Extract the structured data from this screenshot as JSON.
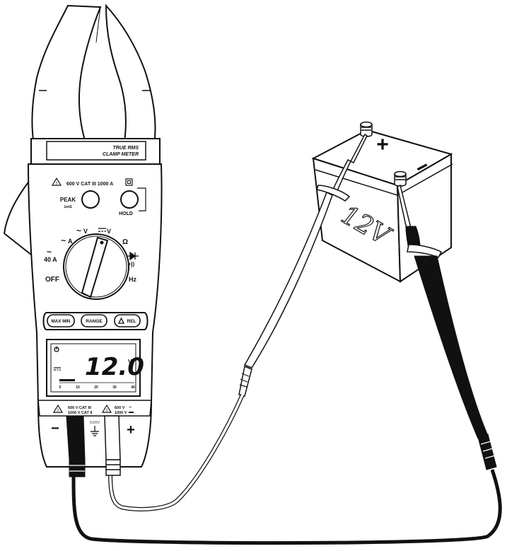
{
  "meter": {
    "brand_line1": "TRUE RMS",
    "brand_line2": "CLAMP METER",
    "rating_top": "600 V CAT III   1000 A",
    "peak_label": "PEAK",
    "peak_sub": "1mS",
    "hold_label": "HOLD",
    "dial": {
      "ac_a": "A",
      "ac_v": "V",
      "dc_v": "V",
      "ohm": "Ω",
      "range_40a": "40 A",
      "off": "OFF",
      "hz": "Hz"
    },
    "buttons": {
      "maxmin": "MAX MIN",
      "range": "RANGE",
      "rel": "REL"
    },
    "display": {
      "reading": "12.0",
      "unit": "V",
      "scale_0": "0",
      "scale_10": "10",
      "scale_20": "20",
      "scale_30": "30",
      "scale_40": "40"
    },
    "jack_left_rating_1": "600 V CAT III",
    "jack_left_rating_2": "1000 V CAT II",
    "jack_right_rating_1": "600 V",
    "jack_right_rating_2": "1000 V",
    "max_voltage": "500V",
    "minus_sign": "−",
    "plus_sign": "+"
  },
  "battery": {
    "label": "12V",
    "positive": "+",
    "negative": "−"
  },
  "colors": {
    "outline": "#111111",
    "body_fill": "#ffffff",
    "black_lead": "#111111",
    "red_lead": "#ffffff"
  }
}
